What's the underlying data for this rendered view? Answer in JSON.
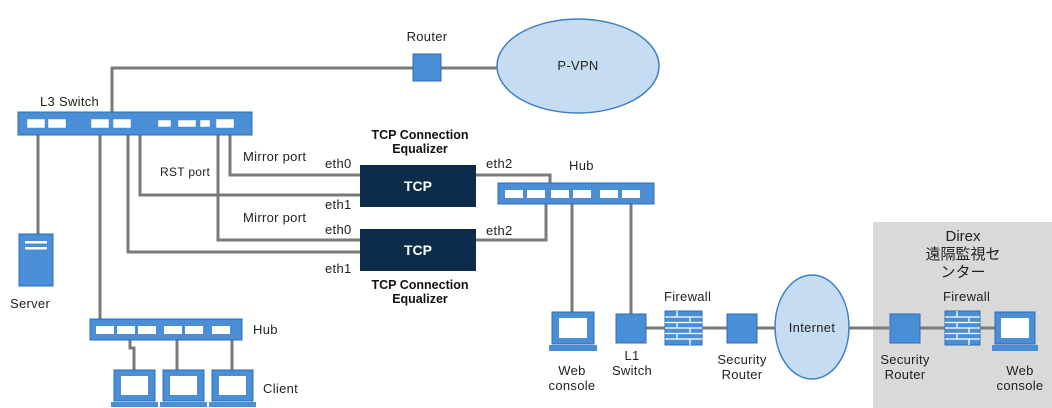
{
  "router_label": "Router",
  "pvpn_label": "P-VPN",
  "l3switch_label": "L3 Switch",
  "mirror_port_label_1": "Mirror port",
  "mirror_port_label_2": "Mirror port",
  "rst_port_label": "RST port",
  "eq_title_top_line1": "TCP Connection",
  "eq_title_top_line2": "Equalizer",
  "eq_title_bottom_line1": "TCP Connection",
  "eq_title_bottom_line2": "Equalizer",
  "tcp_box_1": "TCP",
  "tcp_box_2": "TCP",
  "eth0_1": "eth0",
  "eth1_1": "eth1",
  "eth2_1": "eth2",
  "eth0_2": "eth0",
  "eth1_2": "eth1",
  "eth2_2": "eth2",
  "hub_right_label": "Hub",
  "hub_left_label": "Hub",
  "server_label": "Server",
  "client_label": "Client",
  "web_console_left_line1": "Web",
  "web_console_left_line2": "console",
  "l1_switch_line1": "L1",
  "l1_switch_line2": "Switch",
  "firewall_left_label": "Firewall",
  "security_router_left_line1": "Security",
  "security_router_left_line2": "Router",
  "internet_label": "Internet",
  "direx_title_line1": "Direx",
  "direx_title_line2": "遠隔監視センター",
  "security_router_right_line1": "Security",
  "security_router_right_line2": "Router",
  "firewall_right_label": "Firewall",
  "web_console_right_line1": "Web",
  "web_console_right_line2": "console",
  "colors": {
    "line": "#7a7a7a",
    "device_blue": "#4a8fd6",
    "device_blue_dark": "#2e6db4",
    "cloud_fill": "#c5dcf2",
    "cloud_stroke": "#3f7fc4",
    "tcp_box": "#0b2c4a",
    "direx_panel": "#d9d9d9"
  }
}
